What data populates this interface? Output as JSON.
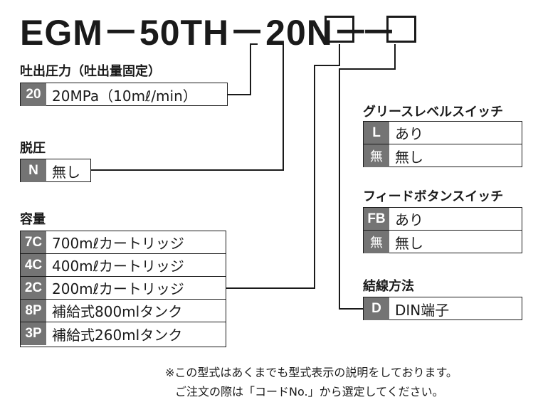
{
  "model_prefix": "EGM－50TH－20N－",
  "model_sep": "－",
  "sections": {
    "pressure": {
      "title": "吐出圧力（吐出量固定）",
      "rows": [
        {
          "code": "20",
          "label": "20MPa（10mℓ/min）"
        }
      ]
    },
    "depressurize": {
      "title": "脱圧",
      "rows": [
        {
          "code": "N",
          "label": "無し"
        }
      ]
    },
    "capacity": {
      "title": "容量",
      "rows": [
        {
          "code": "7C",
          "label": "700mℓカートリッジ"
        },
        {
          "code": "4C",
          "label": "400mℓカートリッジ"
        },
        {
          "code": "2C",
          "label": "200mℓカートリッジ"
        },
        {
          "code": "8P",
          "label": "補給式800mlタンク"
        },
        {
          "code": "3P",
          "label": "補給式260mlタンク"
        }
      ]
    },
    "grease_level_switch": {
      "title": "グリースレベルスイッチ",
      "rows": [
        {
          "code": "L",
          "label": "あり"
        },
        {
          "code": "無",
          "label": "無し"
        }
      ]
    },
    "feed_button_switch": {
      "title": "フィードボタンスイッチ",
      "rows": [
        {
          "code": "FB",
          "label": "あり"
        },
        {
          "code": "無",
          "label": "無し"
        }
      ]
    },
    "wiring": {
      "title": "結線方法",
      "rows": [
        {
          "code": "D",
          "label": "DIN端子"
        }
      ]
    }
  },
  "notes": [
    "※この型式はあくまでも型式表示の説明をしております。",
    "ご注文の際は「コードNo.」から選定してください。"
  ],
  "colors": {
    "code_cell_bg": "#747474",
    "line": "#1a1a1a"
  }
}
